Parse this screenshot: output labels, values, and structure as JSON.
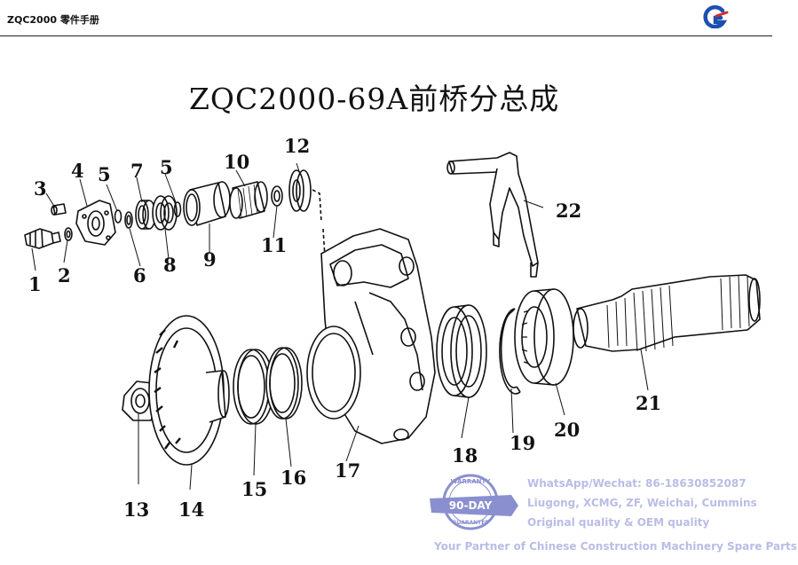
{
  "header": {
    "manual_title": "ZQC2000 零件手册"
  },
  "title": "ZQC2000-69A前桥分总成",
  "callouts": [
    {
      "num": "1"
    },
    {
      "num": "2"
    },
    {
      "num": "3"
    },
    {
      "num": "4"
    },
    {
      "num": "5"
    },
    {
      "num": "5"
    },
    {
      "num": "6"
    },
    {
      "num": "7"
    },
    {
      "num": "8"
    },
    {
      "num": "9"
    },
    {
      "num": "10"
    },
    {
      "num": "11"
    },
    {
      "num": "12"
    },
    {
      "num": "13"
    },
    {
      "num": "14"
    },
    {
      "num": "15"
    },
    {
      "num": "16"
    },
    {
      "num": "17"
    },
    {
      "num": "18"
    },
    {
      "num": "19"
    },
    {
      "num": "20"
    },
    {
      "num": "21"
    },
    {
      "num": "22"
    }
  ],
  "watermark": {
    "line1": "WhatsApp/Wechat: 86-18630852087",
    "line2": "Liugong, XCMG, ZF, Weichai, Cummins",
    "line3": "Original quality & OEM quality",
    "tagline": "Your Partner of Chinese Construction Machinery Spare Parts",
    "badge_top": "WARRANTY",
    "badge_mid": "90-DAY",
    "badge_bottom": "GUARANTEE"
  },
  "colors": {
    "watermark": "#b9bde6",
    "badge": "#8a8fd0",
    "logo": "#1c4fb0",
    "logo_accent": "#d42b2b"
  }
}
